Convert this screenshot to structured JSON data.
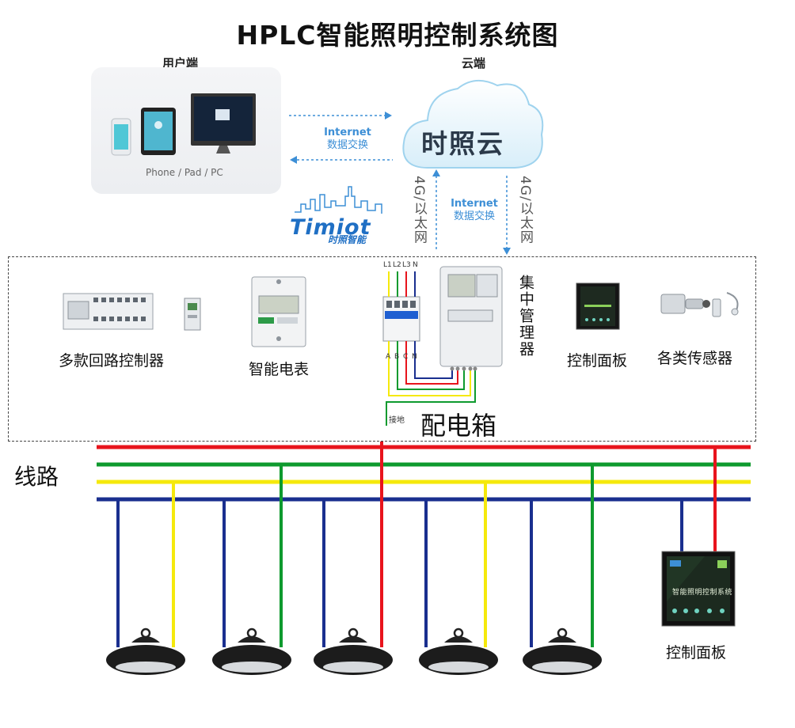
{
  "title": "HPLC智能照明控制系统图",
  "user_side": {
    "label": "用户端",
    "devices_caption": "Phone / Pad / PC"
  },
  "cloud": {
    "label": "云端",
    "name": "时照云"
  },
  "exchange": {
    "top": "Internet",
    "bottom": "数据交换"
  },
  "uplink_label": "4G/以太网",
  "logo": {
    "brand": "Timiot",
    "subtitle": "时照智能"
  },
  "devices": {
    "multi_controller": "多款回路控制器",
    "smart_meter": "智能电表",
    "concentrator": "集中管理器",
    "control_panel": "控制面板",
    "sensors": "各类传感器"
  },
  "breaker_terminals": {
    "top": [
      "L1",
      "L2",
      "L3",
      "N"
    ],
    "bottom": [
      "A",
      "B",
      "C",
      "N"
    ]
  },
  "ground_label": "接地",
  "distribution_box": "配电箱",
  "lines_label": "线路",
  "panel_screen_title": "智能照明控制系统",
  "bottom_panel_label": "控制面板",
  "wire_colors": {
    "red": "#e8141c",
    "green": "#0e9a2e",
    "yellow": "#f5e90c",
    "blue": "#1a2f8f"
  }
}
